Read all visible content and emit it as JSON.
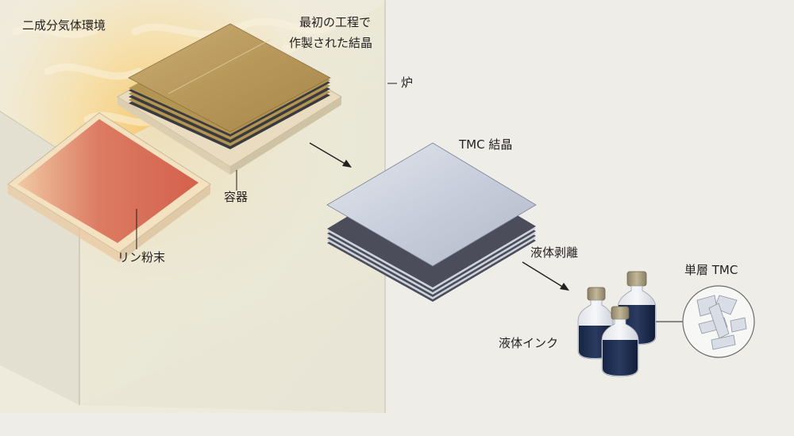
{
  "labels": {
    "environment": "二成分気体環境",
    "first_crystal_line1": "最初の工程で",
    "first_crystal_line2": "作製された結晶",
    "furnace": "炉",
    "container": "容器",
    "phosphorus": "リン粉末",
    "tmc_crystal": "TMC 結晶",
    "exfoliation": "液体剥離",
    "liquid_ink": "液体インク",
    "monolayer": "単層 TMC"
  },
  "colors": {
    "background": "#efede8",
    "furnace_wall": "#e5e3d6",
    "powder": "#d9725a",
    "crystal_gold": "#b2924f",
    "tmc_crystal": "#c5cbd8",
    "ink": "#1e2d4e",
    "cap": "#a89d80"
  }
}
